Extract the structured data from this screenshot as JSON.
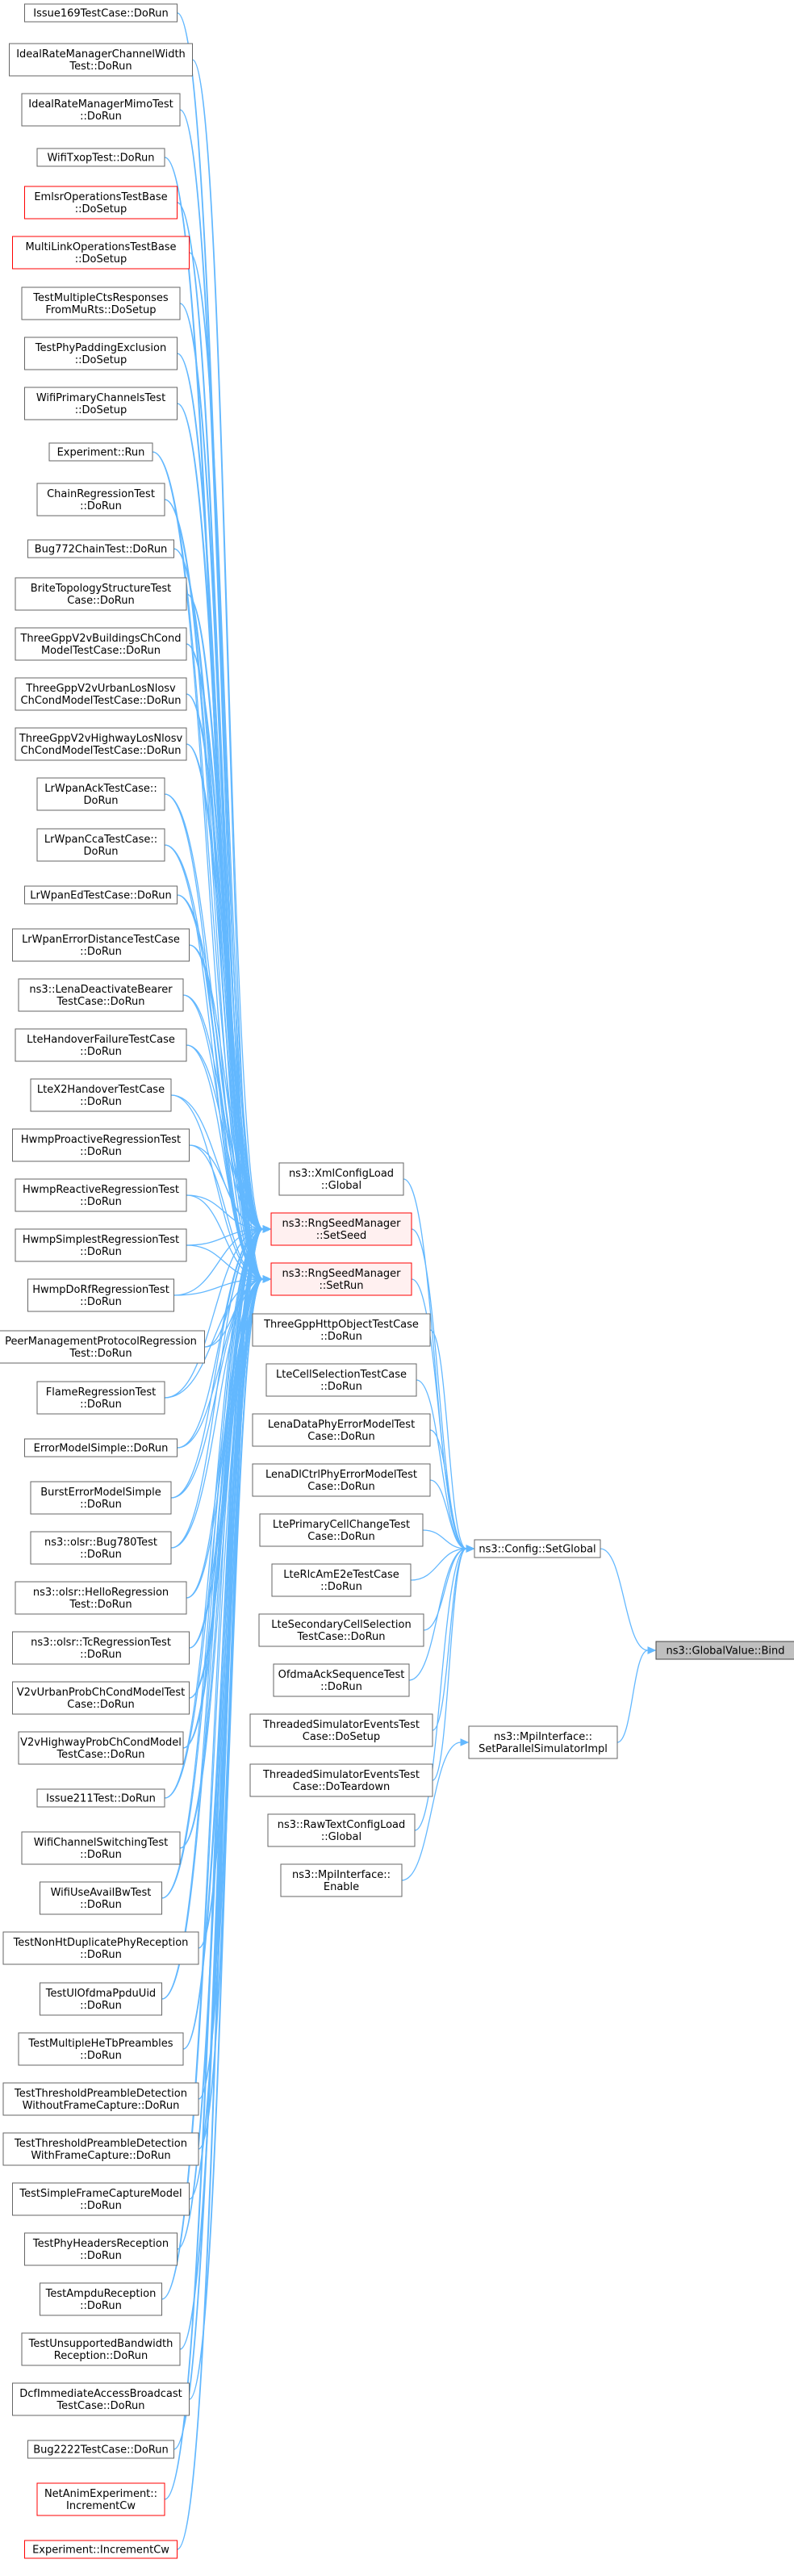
{
  "graph": {
    "accent_color": "#63b8ff",
    "node_border_color": "#666666",
    "highlight_border_color": "#ff0000",
    "selected_fill": "#bfbfbf",
    "root": "root",
    "nodes": [
      {
        "id": "root",
        "lines": [
          "ns3::GlobalValue::Bind"
        ],
        "style": "selected"
      },
      {
        "id": "setglobal",
        "lines": [
          "ns3::Config::SetGlobal"
        ]
      },
      {
        "id": "setpar",
        "lines": [
          "ns3::MpiInterface::",
          "SetParallelSimulatorImpl"
        ]
      },
      {
        "id": "xml",
        "lines": [
          "ns3::XmlConfigLoad",
          "::Global"
        ]
      },
      {
        "id": "setseed",
        "lines": [
          "ns3::RngSeedManager",
          "::SetSeed"
        ],
        "style": "highlight"
      },
      {
        "id": "setrun",
        "lines": [
          "ns3::RngSeedManager",
          "::SetRun"
        ],
        "style": "highlight"
      },
      {
        "id": "m1",
        "lines": [
          "ThreeGppHttpObjectTestCase",
          "::DoRun"
        ]
      },
      {
        "id": "m2",
        "lines": [
          "LteCellSelectionTestCase",
          "::DoRun"
        ]
      },
      {
        "id": "m3",
        "lines": [
          "LenaDataPhyErrorModelTest",
          "Case::DoRun"
        ]
      },
      {
        "id": "m4",
        "lines": [
          "LenaDlCtrlPhyErrorModelTest",
          "Case::DoRun"
        ]
      },
      {
        "id": "m5",
        "lines": [
          "LtePrimaryCellChangeTest",
          "Case::DoRun"
        ]
      },
      {
        "id": "m6",
        "lines": [
          "LteRlcAmE2eTestCase",
          "::DoRun"
        ]
      },
      {
        "id": "m7",
        "lines": [
          "LteSecondaryCellSelection",
          "TestCase::DoRun"
        ]
      },
      {
        "id": "m8",
        "lines": [
          "OfdmaAckSequenceTest",
          "::DoRun"
        ]
      },
      {
        "id": "m9",
        "lines": [
          "ThreadedSimulatorEventsTest",
          "Case::DoSetup"
        ]
      },
      {
        "id": "m10",
        "lines": [
          "ThreadedSimulatorEventsTest",
          "Case::DoTeardown"
        ]
      },
      {
        "id": "m11",
        "lines": [
          "ns3::RawTextConfigLoad",
          "::Global"
        ]
      },
      {
        "id": "m12",
        "lines": [
          "ns3::MpiInterface::",
          "Enable"
        ]
      },
      {
        "id": "l0",
        "lines": [
          "Issue169TestCase::DoRun"
        ]
      },
      {
        "id": "l1",
        "lines": [
          "IdealRateManagerChannelWidth",
          "Test::DoRun"
        ]
      },
      {
        "id": "l2",
        "lines": [
          "IdealRateManagerMimoTest",
          "::DoRun"
        ]
      },
      {
        "id": "l3",
        "lines": [
          "WifiTxopTest::DoRun"
        ]
      },
      {
        "id": "l4",
        "lines": [
          "EmlsrOperationsTestBase",
          "::DoSetup"
        ],
        "style": "red"
      },
      {
        "id": "l5",
        "lines": [
          "MultiLinkOperationsTestBase",
          "::DoSetup"
        ],
        "style": "red"
      },
      {
        "id": "l6",
        "lines": [
          "TestMultipleCtsResponses",
          "FromMuRts::DoSetup"
        ]
      },
      {
        "id": "l7",
        "lines": [
          "TestPhyPaddingExclusion",
          "::DoSetup"
        ]
      },
      {
        "id": "l8",
        "lines": [
          "WifiPrimaryChannelsTest",
          "::DoSetup"
        ]
      },
      {
        "id": "l9",
        "lines": [
          "Experiment::Run"
        ]
      },
      {
        "id": "l10",
        "lines": [
          "ChainRegressionTest",
          "::DoRun"
        ]
      },
      {
        "id": "l11",
        "lines": [
          "Bug772ChainTest::DoRun"
        ]
      },
      {
        "id": "l12",
        "lines": [
          "BriteTopologyStructureTest",
          "Case::DoRun"
        ]
      },
      {
        "id": "l13",
        "lines": [
          "ThreeGppV2vBuildingsChCond",
          "ModelTestCase::DoRun"
        ]
      },
      {
        "id": "l14",
        "lines": [
          "ThreeGppV2vUrbanLosNlosv",
          "ChCondModelTestCase::DoRun"
        ]
      },
      {
        "id": "l15",
        "lines": [
          "ThreeGppV2vHighwayLosNlosv",
          "ChCondModelTestCase::DoRun"
        ]
      },
      {
        "id": "l16",
        "lines": [
          "LrWpanAckTestCase::",
          "DoRun"
        ]
      },
      {
        "id": "l17",
        "lines": [
          "LrWpanCcaTestCase::",
          "DoRun"
        ]
      },
      {
        "id": "l18",
        "lines": [
          "LrWpanEdTestCase::DoRun"
        ]
      },
      {
        "id": "l19",
        "lines": [
          "LrWpanErrorDistanceTestCase",
          "::DoRun"
        ]
      },
      {
        "id": "l20",
        "lines": [
          "ns3::LenaDeactivateBearer",
          "TestCase::DoRun"
        ]
      },
      {
        "id": "l21",
        "lines": [
          "LteHandoverFailureTestCase",
          "::DoRun"
        ]
      },
      {
        "id": "l22",
        "lines": [
          "LteX2HandoverTestCase",
          "::DoRun"
        ]
      },
      {
        "id": "l23",
        "lines": [
          "HwmpProactiveRegressionTest",
          "::DoRun"
        ]
      },
      {
        "id": "l24",
        "lines": [
          "HwmpReactiveRegressionTest",
          "::DoRun"
        ]
      },
      {
        "id": "l25",
        "lines": [
          "HwmpSimplestRegressionTest",
          "::DoRun"
        ]
      },
      {
        "id": "l26",
        "lines": [
          "HwmpDoRfRegressionTest",
          "::DoRun"
        ]
      },
      {
        "id": "l27",
        "lines": [
          "PeerManagementProtocolRegression",
          "Test::DoRun"
        ]
      },
      {
        "id": "l28",
        "lines": [
          "FlameRegressionTest",
          "::DoRun"
        ]
      },
      {
        "id": "l29",
        "lines": [
          "ErrorModelSimple::DoRun"
        ]
      },
      {
        "id": "l30",
        "lines": [
          "BurstErrorModelSimple",
          "::DoRun"
        ]
      },
      {
        "id": "l31",
        "lines": [
          "ns3::olsr::Bug780Test",
          "::DoRun"
        ]
      },
      {
        "id": "l32",
        "lines": [
          "ns3::olsr::HelloRegression",
          "Test::DoRun"
        ]
      },
      {
        "id": "l33",
        "lines": [
          "ns3::olsr::TcRegressionTest",
          "::DoRun"
        ]
      },
      {
        "id": "l34",
        "lines": [
          "V2vUrbanProbChCondModelTest",
          "Case::DoRun"
        ]
      },
      {
        "id": "l35",
        "lines": [
          "V2vHighwayProbChCondModel",
          "TestCase::DoRun"
        ]
      },
      {
        "id": "l36",
        "lines": [
          "Issue211Test::DoRun"
        ]
      },
      {
        "id": "l37",
        "lines": [
          "WifiChannelSwitchingTest",
          "::DoRun"
        ]
      },
      {
        "id": "l38",
        "lines": [
          "WifiUseAvailBwTest",
          "::DoRun"
        ]
      },
      {
        "id": "l39",
        "lines": [
          "TestNonHtDuplicatePhyReception",
          "::DoRun"
        ]
      },
      {
        "id": "l40",
        "lines": [
          "TestUlOfdmaPpduUid",
          "::DoRun"
        ]
      },
      {
        "id": "l41",
        "lines": [
          "TestMultipleHeTbPreambles",
          "::DoRun"
        ]
      },
      {
        "id": "l42",
        "lines": [
          "TestThresholdPreambleDetection",
          "WithoutFrameCapture::DoRun"
        ]
      },
      {
        "id": "l43",
        "lines": [
          "TestThresholdPreambleDetection",
          "WithFrameCapture::DoRun"
        ]
      },
      {
        "id": "l44",
        "lines": [
          "TestSimpleFrameCaptureModel",
          "::DoRun"
        ]
      },
      {
        "id": "l45",
        "lines": [
          "TestPhyHeadersReception",
          "::DoRun"
        ]
      },
      {
        "id": "l46",
        "lines": [
          "TestAmpduReception",
          "::DoRun"
        ]
      },
      {
        "id": "l47",
        "lines": [
          "TestUnsupportedBandwidth",
          "Reception::DoRun"
        ]
      },
      {
        "id": "l48",
        "lines": [
          "DcfImmediateAccessBroadcast",
          "TestCase::DoRun"
        ]
      },
      {
        "id": "l49",
        "lines": [
          "Bug2222TestCase::DoRun"
        ]
      },
      {
        "id": "l50",
        "lines": [
          "NetAnimExperiment::",
          "IncrementCw"
        ],
        "style": "red"
      },
      {
        "id": "l51",
        "lines": [
          "Experiment::IncrementCw"
        ],
        "style": "red"
      }
    ],
    "edges": [
      [
        "setglobal",
        "root"
      ],
      [
        "setpar",
        "root"
      ],
      [
        "xml",
        "setglobal"
      ],
      [
        "setseed",
        "setglobal"
      ],
      [
        "setrun",
        "setglobal"
      ],
      [
        "m1",
        "setglobal"
      ],
      [
        "m2",
        "setglobal"
      ],
      [
        "m3",
        "setglobal"
      ],
      [
        "m4",
        "setglobal"
      ],
      [
        "m5",
        "setglobal"
      ],
      [
        "m6",
        "setglobal"
      ],
      [
        "m7",
        "setglobal"
      ],
      [
        "m8",
        "setglobal"
      ],
      [
        "m9",
        "setglobal"
      ],
      [
        "m10",
        "setglobal"
      ],
      [
        "m11",
        "setglobal"
      ],
      [
        "m12",
        "setpar"
      ]
    ]
  }
}
